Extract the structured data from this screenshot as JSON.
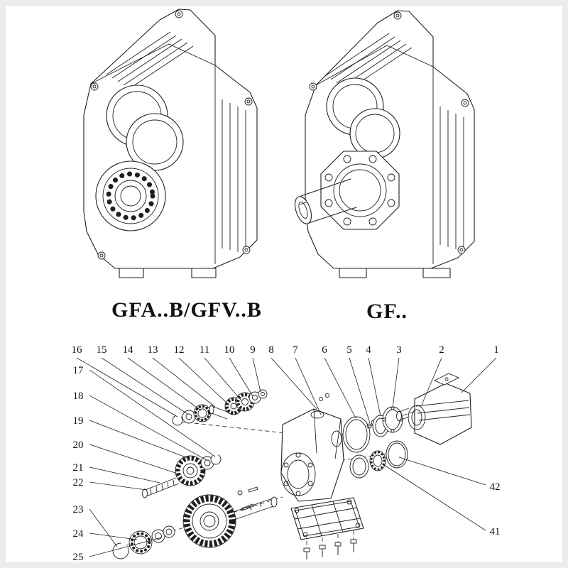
{
  "figure": {
    "left_label": "GFA..B/GFV..B",
    "right_label": "GF.."
  },
  "exploded": {
    "callouts_top": [
      "16",
      "15",
      "14",
      "13",
      "12",
      "11",
      "10",
      "9",
      "8",
      "7",
      "6",
      "5",
      "4",
      "3",
      "2",
      "1"
    ],
    "callouts_left": [
      "17",
      "18",
      "19",
      "20",
      "21",
      "22",
      "23",
      "24",
      "25"
    ],
    "callouts_right": [
      "42",
      "41"
    ]
  },
  "colors": {
    "line": "#1f1f1f",
    "background": "#ffffff",
    "frame": "#ececec"
  }
}
